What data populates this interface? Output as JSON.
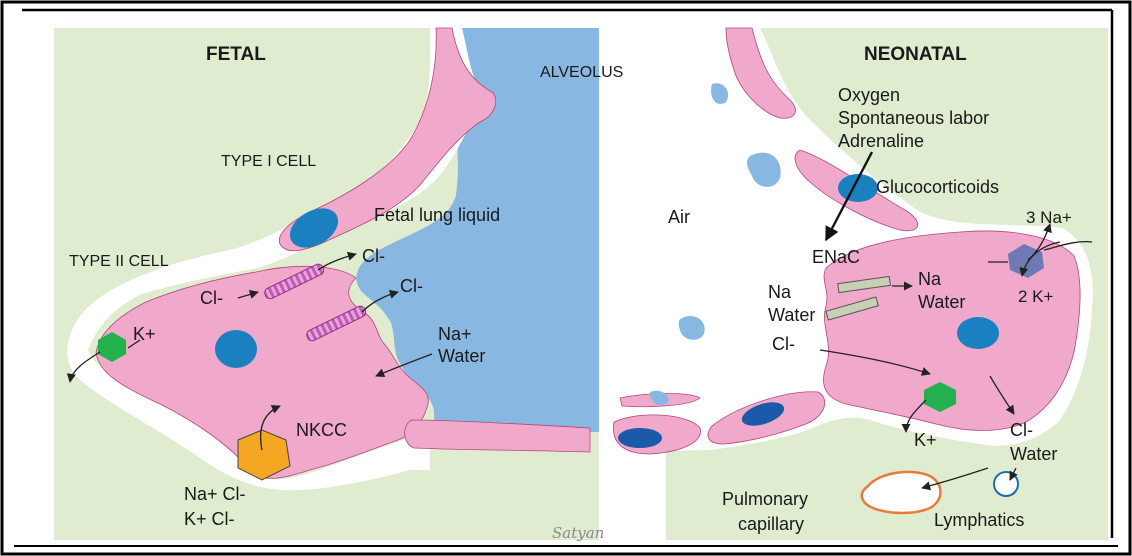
{
  "colors": {
    "interstitium": "#dfeccf",
    "fetal_liquid": "#88b8e2",
    "cell": "#f0a8cb",
    "cell_edge": "#b3477c",
    "nucleus_fetal": "#1a80c0",
    "nucleus_neonatal": "#1b5aa8",
    "channel_cl": "#c25ab4",
    "pump": "#6d7ab3",
    "potassium_channel": "#22b14c",
    "nkcc": "#f5a623",
    "enac": "#c7cfb4",
    "capillary": "#ea7a3b",
    "frame": "#000000"
  },
  "diagram": {
    "fetal_title": "FETAL",
    "neonatal_title": "NEONATAL",
    "alveolus_label": "ALVEOLUS",
    "type1_label": "TYPE I CELL",
    "type2_label": "TYPE II CELL",
    "fetal_liquid_label": "Fetal lung liquid",
    "fetal_cl_top": "Cl-",
    "fetal_cl_mid": "Cl-",
    "fetal_cl_left": "Cl-",
    "fetal_k": "K+",
    "fetal_na": "Na+",
    "fetal_water": "Water",
    "nkcc_label": "NKCC",
    "nkcc_ions_1": "Na+ Cl-",
    "nkcc_ions_2": "K+ Cl-",
    "signature": "Satyan",
    "stimuli": [
      "Oxygen",
      "Spontaneous labor",
      "Adrenaline"
    ],
    "glucocorticoids": "Glucocorticoids",
    "air_label": "Air",
    "enac_label": "ENaC",
    "neo_na_right": "Na",
    "neo_water_right": "Water",
    "neo_na_left": "Na",
    "neo_water_left": "Water",
    "neo_cl": "Cl-",
    "pump_na": "3 Na+",
    "pump_k": "2 K+",
    "neo_k": "K+",
    "neo_out_cl": "Cl-",
    "neo_out_water": "Water",
    "pulmonary_1": "Pulmonary",
    "pulmonary_2": "capillary",
    "lymphatics": "Lymphatics"
  }
}
